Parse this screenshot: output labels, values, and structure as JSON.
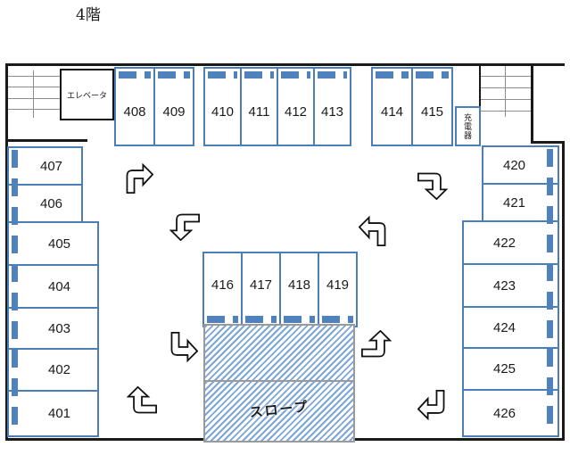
{
  "title": "4階",
  "facilities": {
    "elevator": "エレベータ",
    "charger": "充電器",
    "slope": "スロープ"
  },
  "spaces": {
    "top_groups": [
      {
        "cells": [
          "408",
          "409"
        ]
      },
      {
        "cells": [
          "410",
          "411",
          "412",
          "413"
        ]
      },
      {
        "cells": [
          "414",
          "415"
        ]
      }
    ],
    "middle_group": {
      "cells": [
        "416",
        "417",
        "418",
        "419"
      ]
    },
    "left_column": [
      "407",
      "406",
      "405",
      "404",
      "403",
      "402",
      "401"
    ],
    "right_column": [
      "420",
      "421",
      "422",
      "423",
      "424",
      "425",
      "426"
    ]
  },
  "icons": {
    "arrows": [
      "turn-up-then-right",
      "turn-left-then-down",
      "turn-right-then-down",
      "turn-up-then-left",
      "turn-down-then-right",
      "turn-right-then-up",
      "turn-left-then-up",
      "turn-down-then-left"
    ]
  },
  "colors": {
    "stall_blue": "#4a7ebb",
    "dash_blue": "#4f81bd",
    "hatch_blue": "#7ba6d7",
    "wall_black": "#1a1a1a",
    "stair_gray": "#8c8c8c"
  }
}
